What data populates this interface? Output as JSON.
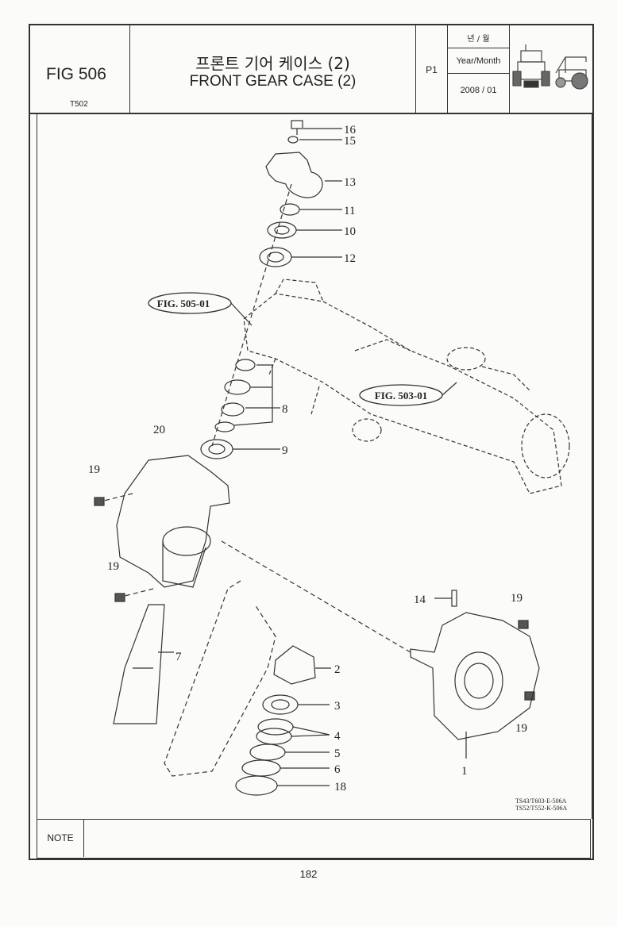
{
  "header": {
    "fig_number": "FIG 506",
    "model": "T502",
    "title_korean": "프론트 기어 케이스 (2)",
    "title_english": "FRONT GEAR CASE (2)",
    "page_id": "P1",
    "date_label_korean": "년 / 월",
    "date_label": "Year/Month",
    "date_value": "2008 / 01"
  },
  "drawing": {
    "callouts": [
      "1",
      "2",
      "3",
      "4",
      "5",
      "6",
      "7",
      "8",
      "9",
      "10",
      "11",
      "12",
      "13",
      "14",
      "15",
      "16",
      "18",
      "19",
      "19",
      "19",
      "19",
      "20"
    ],
    "references": [
      "FIG. 505-01",
      "FIG. 503-01"
    ],
    "drawing_codes": [
      "TS43/T603-E-506A",
      "TS52/T552-K-506A"
    ]
  },
  "note": {
    "label": "NOTE"
  },
  "page_number": "182"
}
